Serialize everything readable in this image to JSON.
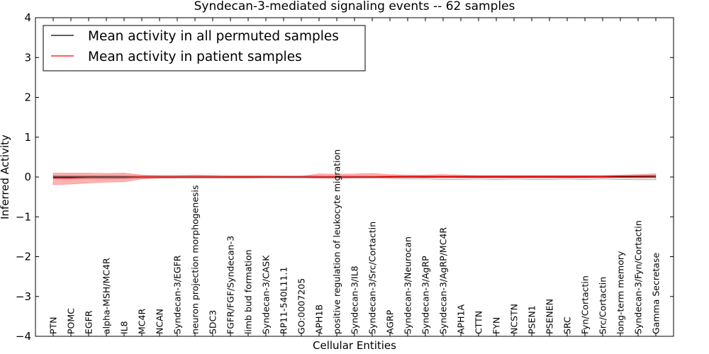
{
  "chart_data": {
    "type": "line",
    "title": "Syndecan-3-mediated signaling events -- 62 samples",
    "xlabel": "Cellular Entities",
    "ylabel": "Inferred Activity",
    "ylim": [
      -4,
      4
    ],
    "yticks": [
      "−4",
      "−3",
      "−2",
      "−1",
      "0",
      "1",
      "2",
      "3",
      "4"
    ],
    "legend_position": "top-left",
    "categories": [
      "PTN",
      "POMC",
      "EGFR",
      "alpha-MSH/MC4R",
      "IL8",
      "MC4R",
      "NCAN",
      "Syndecan-3/EGFR",
      "neuron projection morphogenesis",
      "SDC3",
      "FGFR/FGF/Syndecan-3",
      "limb bud formation",
      "Syndecan-3/CASK",
      "RP11-540L11.1",
      "GO:0007205",
      "APH1B",
      "positive regulation of leukocyte migration",
      "Syndecan-3/IL8",
      "Syndecan-3/Src/Cortactin",
      "AGRP",
      "Syndecan-3/Neurocan",
      "Syndecan-3/AgRP",
      "Syndecan-3/AgRP/MC4R",
      "APH1A",
      "CTTN",
      "FYN",
      "NCSTN",
      "PSEN1",
      "PSENEN",
      "SRC",
      "Fyn/Cortactin",
      "Src/Cortactin",
      "long-term memory",
      "Syndecan-3/Fyn/Cortactin",
      "Gamma Secretase"
    ],
    "series": [
      {
        "name": "Mean activity in all permuted samples",
        "color": "#000000",
        "values": [
          0.0,
          0.0,
          0.0,
          0.0,
          0.0,
          0.0,
          0.0,
          0.0,
          0.0,
          0.0,
          0.0,
          0.0,
          0.0,
          0.0,
          0.0,
          0.0,
          0.0,
          0.0,
          0.0,
          0.0,
          0.0,
          0.0,
          0.0,
          0.0,
          0.0,
          0.0,
          0.0,
          0.0,
          0.0,
          0.0,
          0.0,
          0.0,
          0.0,
          0.0,
          0.0
        ],
        "band_lower": [
          -0.04,
          -0.04,
          -0.04,
          -0.04,
          -0.04,
          -0.03,
          -0.03,
          -0.03,
          -0.03,
          -0.03,
          -0.03,
          -0.03,
          -0.03,
          -0.03,
          -0.03,
          -0.03,
          -0.03,
          -0.03,
          -0.03,
          -0.04,
          -0.05,
          -0.05,
          -0.06,
          -0.06,
          -0.05,
          -0.06,
          -0.05,
          -0.06,
          -0.06,
          -0.05,
          -0.06,
          -0.05,
          -0.06,
          -0.07,
          -0.07
        ],
        "band_upper": [
          0.04,
          0.04,
          0.04,
          0.04,
          0.04,
          0.03,
          0.03,
          0.03,
          0.03,
          0.03,
          0.03,
          0.03,
          0.03,
          0.03,
          0.03,
          0.03,
          0.03,
          0.03,
          0.03,
          0.03,
          0.03,
          0.03,
          0.03,
          0.03,
          0.03,
          0.03,
          0.03,
          0.03,
          0.03,
          0.03,
          0.03,
          0.03,
          0.03,
          0.04,
          0.04
        ]
      },
      {
        "name": "Mean activity in patient samples",
        "color": "#ff0000",
        "values": [
          -0.02,
          -0.02,
          -0.01,
          -0.01,
          -0.01,
          0.0,
          0.0,
          0.0,
          0.0,
          0.0,
          0.0,
          0.0,
          0.0,
          0.0,
          0.0,
          0.0,
          0.0,
          0.0,
          0.0,
          0.01,
          0.01,
          0.01,
          0.01,
          0.01,
          0.01,
          0.01,
          0.01,
          0.01,
          0.01,
          0.01,
          0.01,
          0.01,
          0.02,
          0.02,
          0.03
        ],
        "band_lower": [
          -0.19,
          -0.18,
          -0.15,
          -0.13,
          -0.12,
          -0.05,
          -0.03,
          -0.02,
          -0.02,
          -0.02,
          -0.02,
          -0.02,
          -0.01,
          -0.01,
          -0.01,
          -0.03,
          -0.03,
          -0.02,
          -0.02,
          -0.01,
          0.0,
          -0.01,
          0.0,
          -0.01,
          -0.01,
          -0.01,
          -0.01,
          -0.01,
          -0.01,
          -0.01,
          -0.01,
          0.0,
          0.0,
          0.0,
          0.0
        ],
        "band_upper": [
          0.1,
          0.1,
          0.1,
          0.09,
          0.1,
          0.05,
          0.04,
          0.04,
          0.05,
          0.04,
          0.03,
          0.03,
          0.03,
          0.02,
          0.02,
          0.08,
          0.07,
          0.08,
          0.09,
          0.06,
          0.05,
          0.05,
          0.06,
          0.05,
          0.04,
          0.04,
          0.04,
          0.04,
          0.04,
          0.04,
          0.04,
          0.04,
          0.05,
          0.06,
          0.08
        ]
      }
    ]
  }
}
